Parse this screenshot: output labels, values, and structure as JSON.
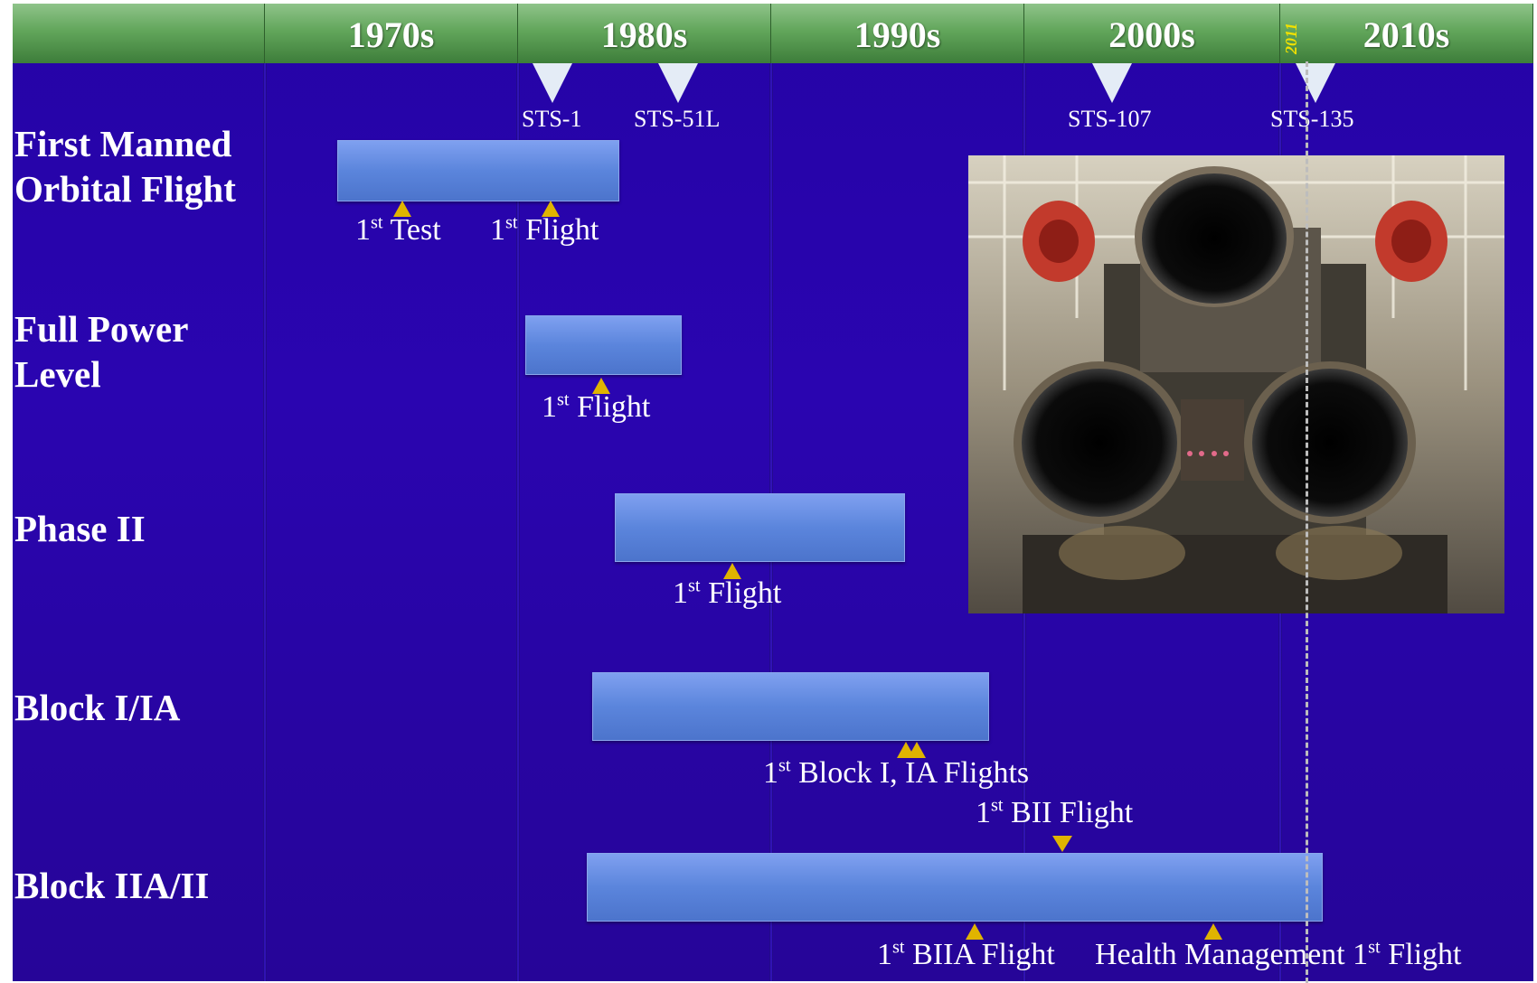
{
  "header": {
    "decades": [
      "1970s",
      "1980s",
      "1990s",
      "2000s",
      "",
      "2010s"
    ]
  },
  "year_marker": "2011",
  "sts_missions": [
    "STS-1",
    "STS-51L",
    "STS-107",
    "STS-135"
  ],
  "rows": [
    {
      "label": "First Manned\nOrbital Flight"
    },
    {
      "label": "Full Power\nLevel"
    },
    {
      "label": "Phase II"
    },
    {
      "label": "Block I/IA"
    },
    {
      "label": "Block IIA/II"
    }
  ],
  "milestones": {
    "fmof_test": {
      "num": "1",
      "sup": "st",
      "text": " Test"
    },
    "fmof_flight": {
      "num": "1",
      "sup": "st",
      "text": " Flight"
    },
    "fpl_flight": {
      "num": "1",
      "sup": "st",
      "text": " Flight"
    },
    "phase2_flight": {
      "num": "1",
      "sup": "st",
      "text": " Flight"
    },
    "block1_flights": {
      "num": "1",
      "sup": "st",
      "text": " Block I, IA Flights"
    },
    "bii_flight": {
      "num": "1",
      "sup": "st",
      "text": " BII Flight"
    },
    "biia_flight": {
      "num": "1",
      "sup": "st",
      "text": " BIIA Flight"
    },
    "health_mgmt": {
      "prefix": "Health Management ",
      "num": "1",
      "sup": "st",
      "text": " Flight"
    }
  },
  "image": {
    "subject": "space shuttle main engines photo"
  }
}
